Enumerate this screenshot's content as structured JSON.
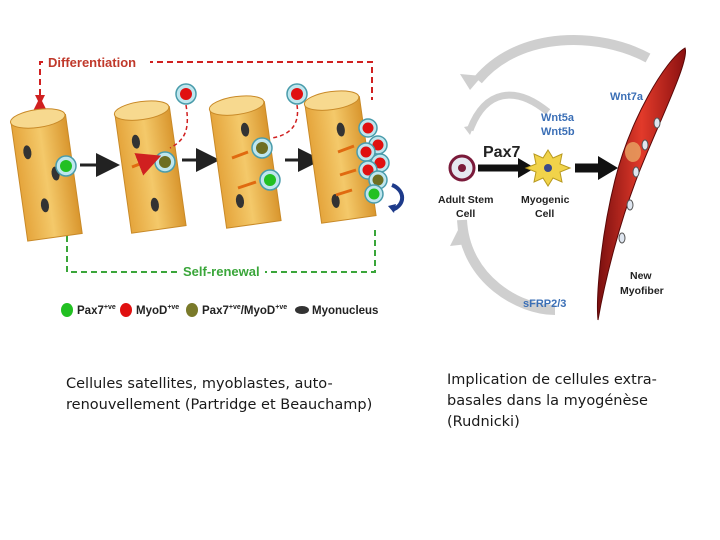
{
  "left_figure": {
    "differentiation_label": "Differentiation",
    "self_renewal_label": "Self-renewal",
    "legend": [
      {
        "key": "pax7",
        "text": "Pax7",
        "sup": "+ve",
        "color": "#22c022"
      },
      {
        "key": "myod",
        "text": "MyoD",
        "sup": "+ve",
        "color": "#e01010"
      },
      {
        "key": "pax7_myod",
        "text": "Pax7",
        "sup": "+ve",
        "text2": "/MyoD",
        "sup2": "+ve",
        "color": "#7a7a2a"
      },
      {
        "key": "myonucleus",
        "text": "Myonucleus",
        "color": "#333333"
      }
    ]
  },
  "right_figure": {
    "wnt7a_label": "Wnt7a",
    "wnt5a_label": "Wnt5a",
    "wnt5b_label": "Wnt5b",
    "pax7_label": "Pax7",
    "adult_stem_cell_label": [
      "Adult Stem",
      "Cell"
    ],
    "myogenic_cell_label": [
      "Myogenic",
      "Cell"
    ],
    "new_myofiber_label": [
      "New",
      "Myofiber"
    ],
    "sfrp_label": "sFRP2/3"
  },
  "captions": {
    "left": "Cellules satellites, myoblastes, auto-renouvellement (Partridge et Beauchamp)",
    "right": "Implication de cellules extra-basales dans la myogénèse (Rudnicki)"
  }
}
